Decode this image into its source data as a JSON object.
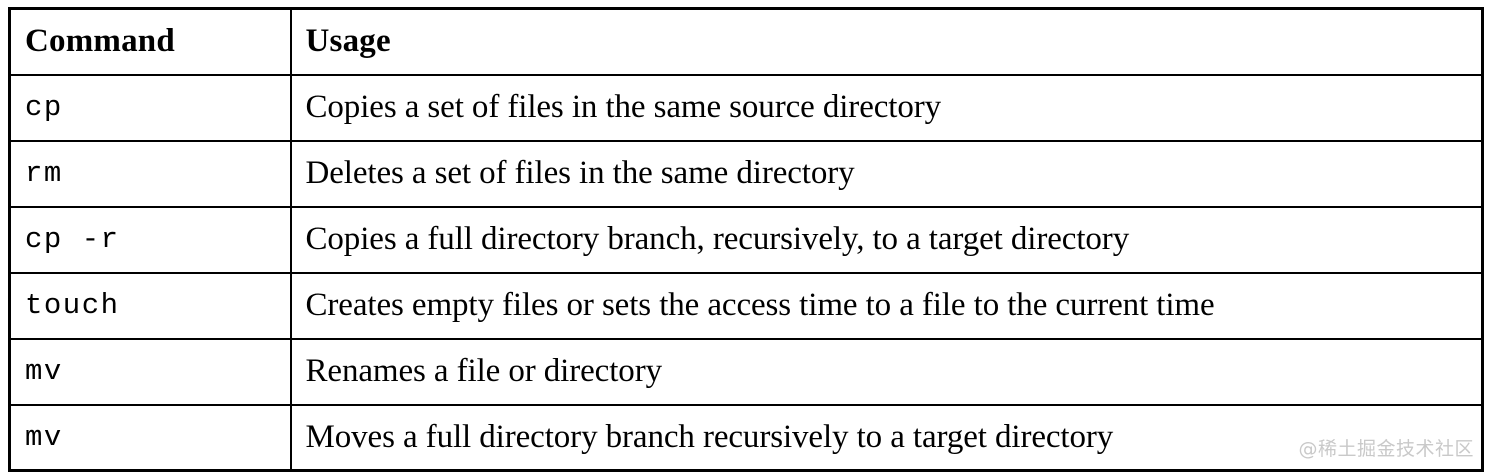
{
  "document": {
    "type": "table",
    "title_visible": false
  },
  "table": {
    "columns": [
      {
        "key": "command",
        "label": "Command"
      },
      {
        "key": "usage",
        "label": "Usage"
      }
    ],
    "rows": [
      {
        "command": "cp",
        "usage": "Copies a set of files in the same source directory"
      },
      {
        "command": "rm",
        "usage": "Deletes a set of files in the same directory"
      },
      {
        "command": "cp  -r",
        "usage": "Copies a full directory branch, recursively, to a target directory"
      },
      {
        "command": "touch",
        "usage": "Creates empty files or sets the access time to a file to the current time"
      },
      {
        "command": "mv",
        "usage": "Renames a file or directory"
      },
      {
        "command": "mv",
        "usage": "Moves a full directory branch recursively to a target directory"
      }
    ]
  },
  "watermark": {
    "text": "@稀土掘金技术社区"
  },
  "colors": {
    "border": "#000000",
    "text": "#000000",
    "background": "#ffffff",
    "watermark": "#c9c9c9"
  }
}
